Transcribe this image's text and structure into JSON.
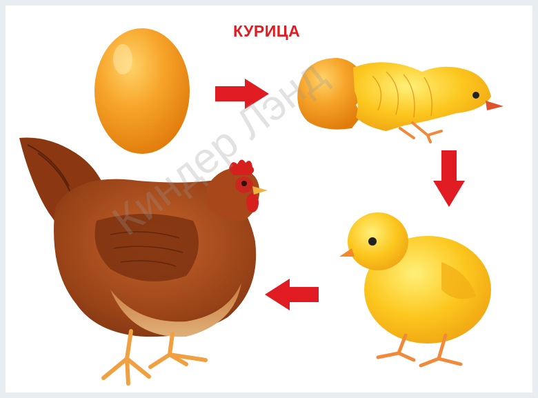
{
  "title": "КУРИЦА",
  "watermark": "Киндер Лэнд",
  "colors": {
    "title": "#e11b22",
    "arrow": "#e11b22",
    "egg": "#f59a1c",
    "chick": "#fbc21a",
    "hen": "#9a4318"
  },
  "stages": [
    "egg",
    "hatching-chick",
    "chick",
    "hen"
  ]
}
